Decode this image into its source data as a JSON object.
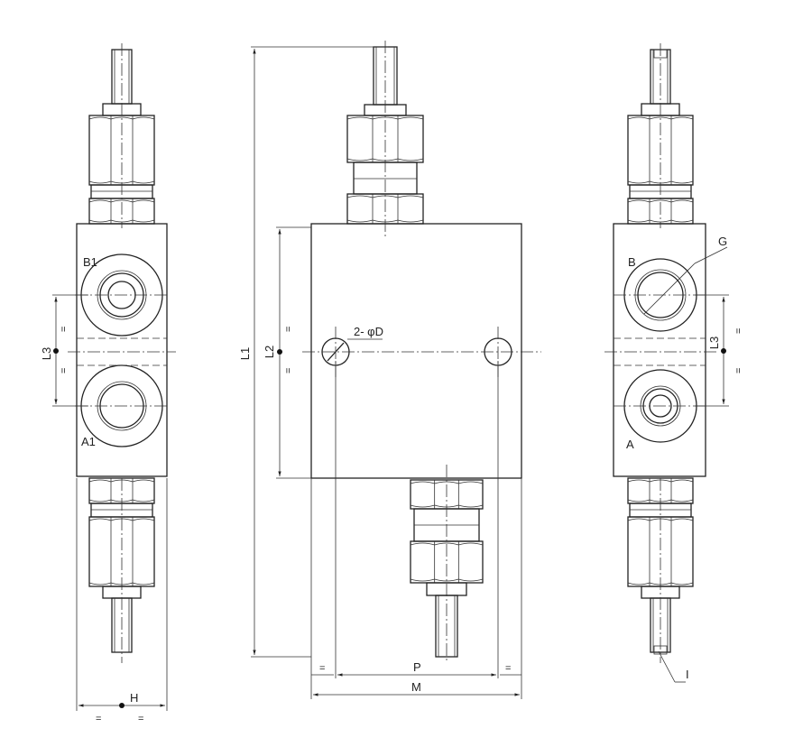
{
  "left_view": {
    "port_top": "B1",
    "port_bottom": "A1",
    "dim_l3": "L3",
    "eq": "=",
    "dim_h": "H"
  },
  "center_view": {
    "dim_l1": "L1",
    "dim_l2": "L2",
    "hole_callout": "2- φD",
    "dim_p": "P",
    "dim_m": "M",
    "eq": "="
  },
  "right_view": {
    "port_top": "B",
    "port_bottom": "A",
    "dim_g": "G",
    "dim_l3": "L3",
    "dim_i": "I",
    "eq": "="
  }
}
